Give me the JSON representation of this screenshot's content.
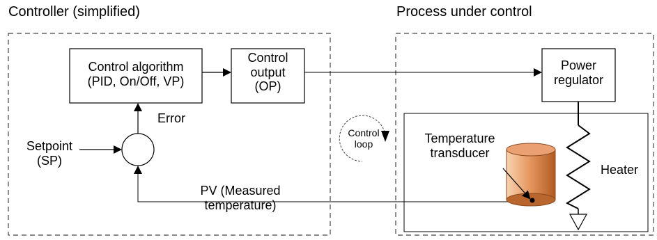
{
  "titles": {
    "controller": "Controller (simplified)",
    "process": "Process under control"
  },
  "blocks": {
    "algorithm": [
      "Control algorithm",
      "(PID, On/Off, VP)"
    ],
    "output": [
      "Control",
      "output",
      "(OP)"
    ],
    "power_regulator": [
      "Power",
      "regulator"
    ]
  },
  "labels": {
    "error": "Error",
    "setpoint": [
      "Setpoint",
      "(SP)"
    ],
    "pv": [
      "PV (Measured",
      "temperature)"
    ],
    "control_loop": [
      "Control",
      "loop"
    ],
    "transducer": [
      "Temperature",
      "transducer"
    ],
    "heater": "Heater"
  },
  "colors": {
    "cylinder_light": "#f4c49a",
    "cylinder_dark": "#b9622a",
    "cylinder_top": "#e8925a",
    "line": "#000000",
    "dashed": "#444444"
  }
}
